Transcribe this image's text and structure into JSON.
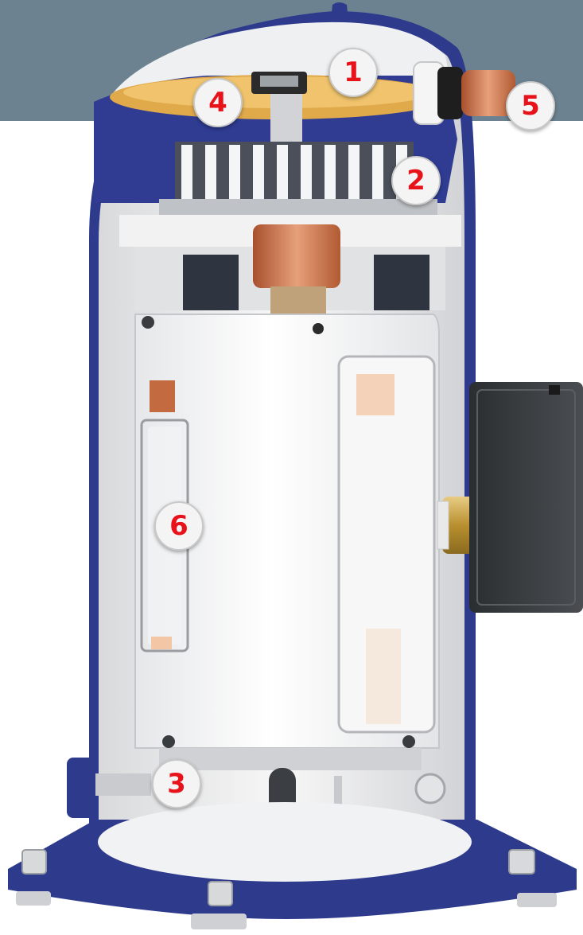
{
  "callouts": [
    {
      "id": "1",
      "label": "1"
    },
    {
      "id": "2",
      "label": "2"
    },
    {
      "id": "3",
      "label": "3"
    },
    {
      "id": "4",
      "label": "4"
    },
    {
      "id": "5",
      "label": "5"
    },
    {
      "id": "6",
      "label": "6"
    }
  ],
  "colors": {
    "band": "#6c8290",
    "shell_blue": "#2e3a8c",
    "callout_number": "#e8121a",
    "copper": "#c8704a",
    "brass": "#c9a24a",
    "terminal_box": "#3a3d40"
  },
  "icons": {
    "main_illustration": "scroll-compressor-cutaway"
  }
}
